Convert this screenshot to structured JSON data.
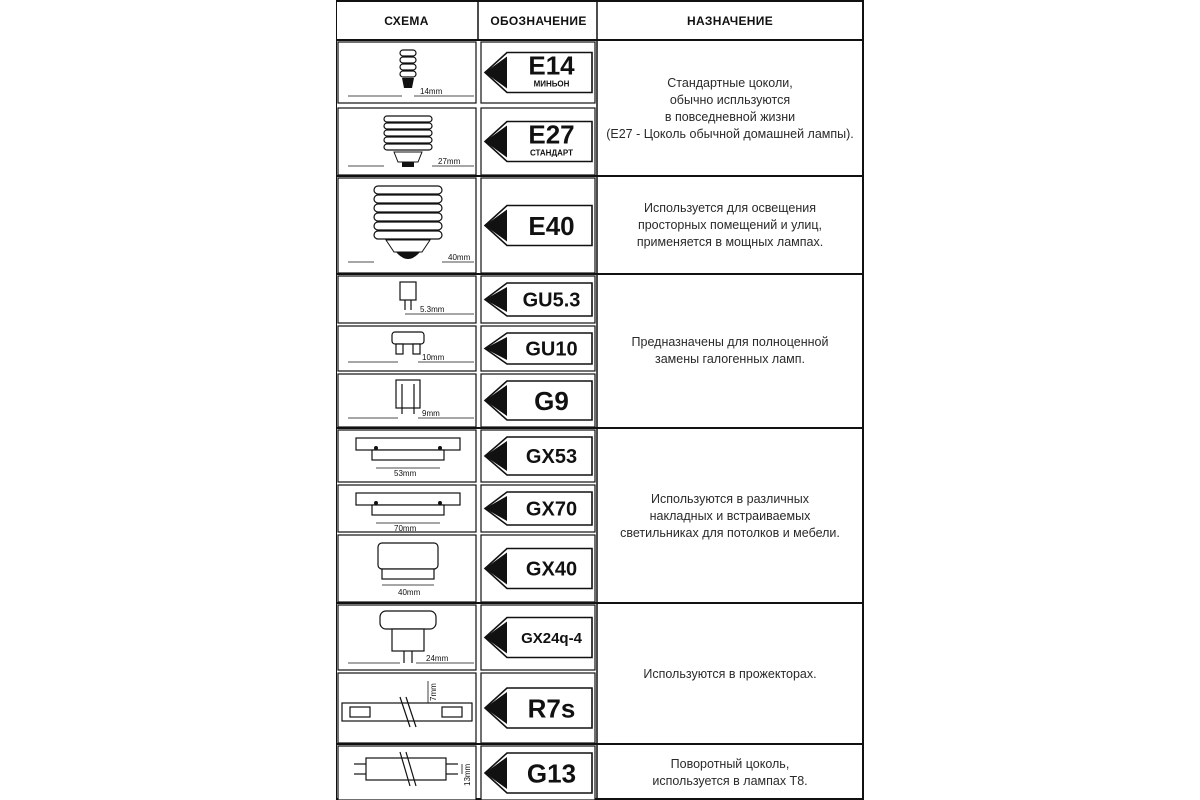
{
  "headers": {
    "scheme": "СХЕМА",
    "designation": "ОБОЗНАЧЕНИЕ",
    "purpose": "НАЗНАЧЕНИЕ"
  },
  "rows": [
    {
      "code": "E14",
      "sub": "МИНЬОН",
      "dim": "14mm",
      "schema": "e14"
    },
    {
      "code": "E27",
      "sub": "СТАНДАРТ",
      "dim": "27mm",
      "schema": "e27"
    },
    {
      "code": "E40",
      "sub": "",
      "dim": "40mm",
      "schema": "e40"
    },
    {
      "code": "GU5.3",
      "sub": "",
      "dim": "5.3mm",
      "schema": "gu53"
    },
    {
      "code": "GU10",
      "sub": "",
      "dim": "10mm",
      "schema": "gu10"
    },
    {
      "code": "G9",
      "sub": "",
      "dim": "9mm",
      "schema": "g9"
    },
    {
      "code": "GX53",
      "sub": "",
      "dim": "53mm",
      "schema": "gx53"
    },
    {
      "code": "GX70",
      "sub": "",
      "dim": "70mm",
      "schema": "gx70"
    },
    {
      "code": "GX40",
      "sub": "",
      "dim": "40mm",
      "schema": "gx40"
    },
    {
      "code": "GX24q-4",
      "sub": "",
      "dim": "24mm",
      "schema": "gx24"
    },
    {
      "code": "R7s",
      "sub": "",
      "dim": "7mm",
      "schema": "r7s"
    },
    {
      "code": "G13",
      "sub": "",
      "dim": "13mm",
      "schema": "g13"
    }
  ],
  "purposes": [
    {
      "text": "Стандартные цоколи,\nобычно испльзуются\nв повседневной жизни\n(E27 - Цоколь обычной домашней лампы)."
    },
    {
      "text": "Используется для освещения\nпросторных помещений и улиц,\nприменяется в мощных лампах."
    },
    {
      "text": "Предназначены для полноценной\nзамены галогенных ламп."
    },
    {
      "text": "Используются в различных\nнакладных и встраиваемых\nсветильниках для потолков и мебели."
    },
    {
      "text": "Используются в прожекторах."
    },
    {
      "text": "Поворотный цоколь,\nиспользуется в лампах Т8."
    }
  ]
}
